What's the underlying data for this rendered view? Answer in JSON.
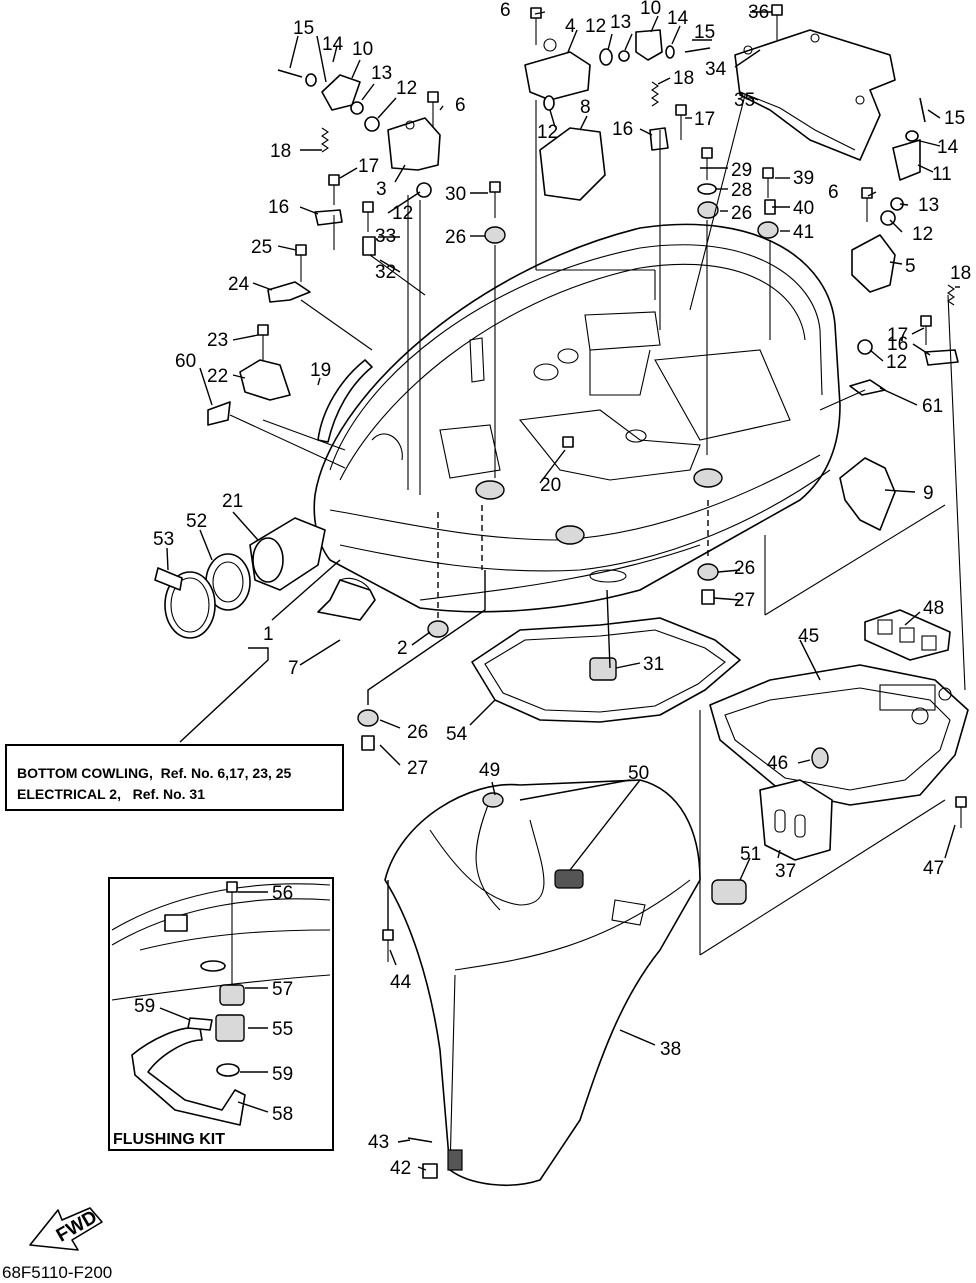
{
  "diagram": {
    "callouts": [
      "1",
      "2",
      "3",
      "4",
      "5",
      "6",
      "7",
      "8",
      "9",
      "10",
      "11",
      "12",
      "13",
      "14",
      "15",
      "16",
      "17",
      "18",
      "19",
      "20",
      "21",
      "22",
      "23",
      "24",
      "25",
      "26",
      "27",
      "28",
      "29",
      "30",
      "31",
      "32",
      "33",
      "34",
      "35",
      "36",
      "37",
      "38",
      "39",
      "40",
      "41",
      "42",
      "43",
      "44",
      "45",
      "46",
      "47",
      "48",
      "49",
      "50",
      "51",
      "52",
      "53",
      "54",
      "55",
      "56",
      "57",
      "58",
      "59",
      "60",
      "61"
    ],
    "reference_note": {
      "line1": "BOTTOM COWLING,  Ref. No. 6,17, 23, 25",
      "line2": "ELECTRICAL 2,   Ref. No. 31"
    },
    "flushing_kit_title": "FLUSHING KIT",
    "direction_label": "FWD",
    "figure_code": "68F5110-F200"
  }
}
